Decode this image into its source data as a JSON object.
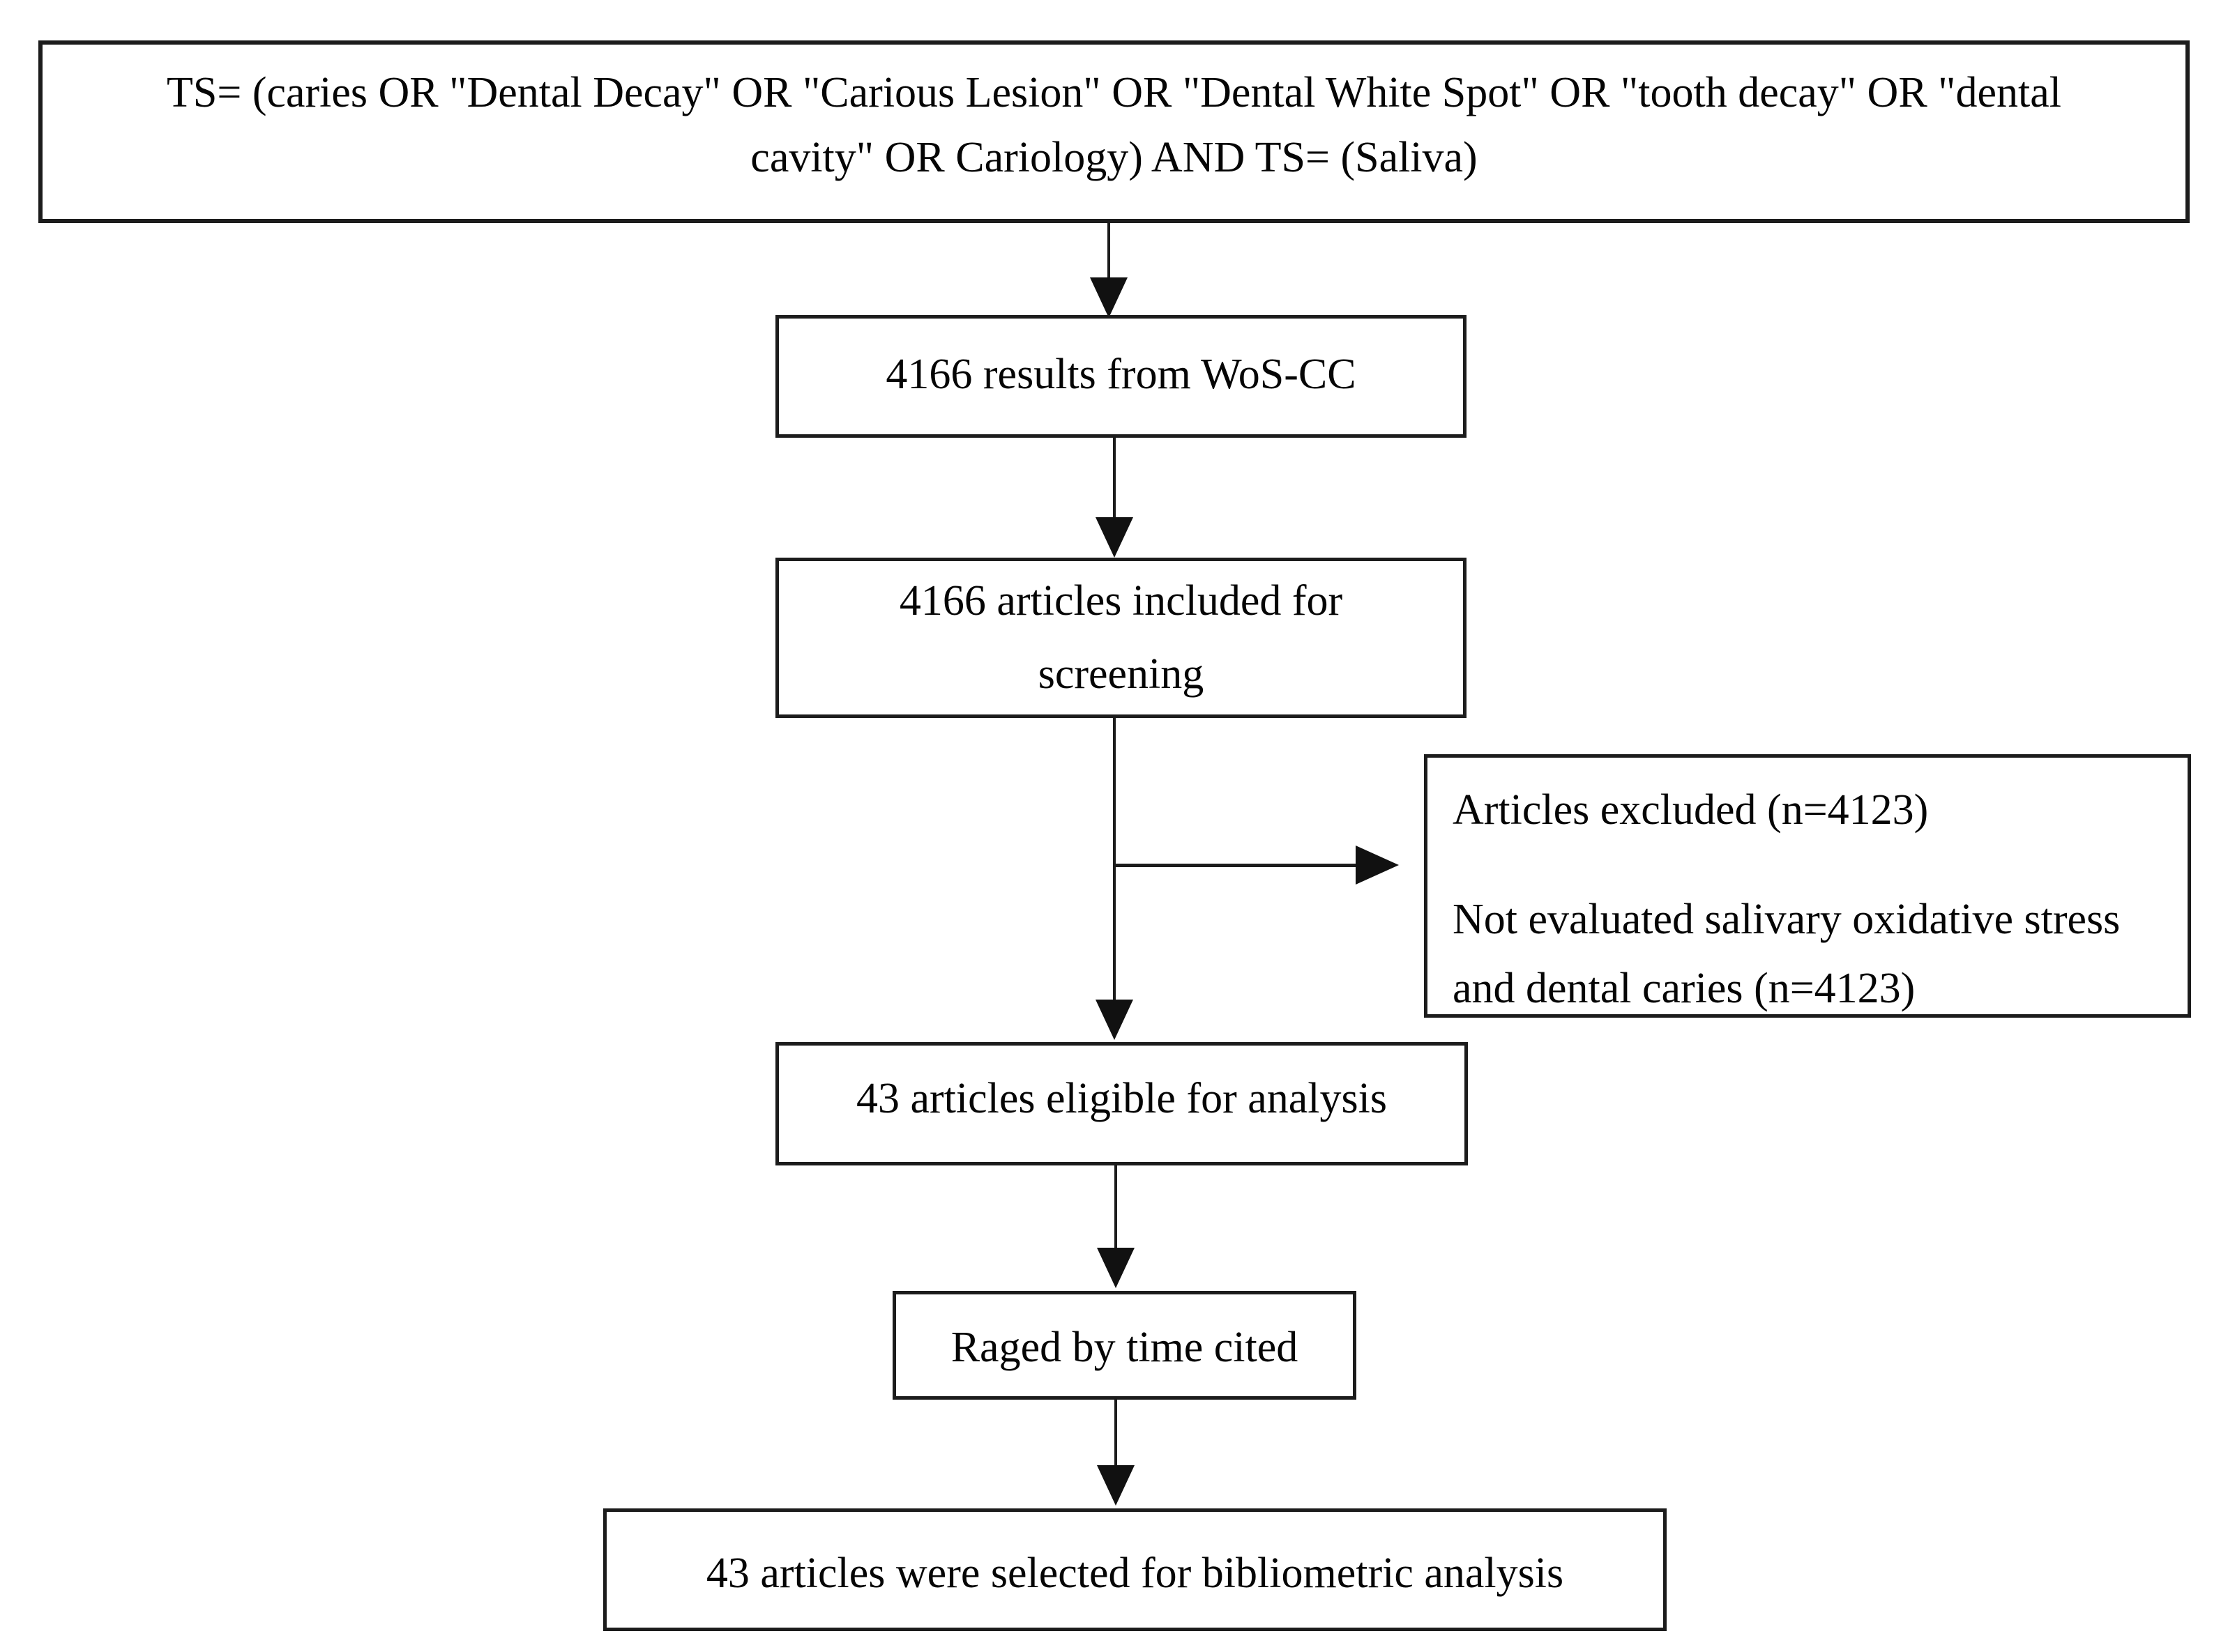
{
  "flow": {
    "query_text": "TS= (caries OR \"Dental Decay\" OR \"Carious Lesion\" OR \"Dental White Spot\" OR \"tooth decay\" OR \"dental cavity\" OR Cariology) AND TS= (Saliva)",
    "results_text": "4166 results from WoS-CC",
    "screening_text": "4166 articles included for screening",
    "excluded_title": "Articles excluded (n=4123)",
    "excluded_reason": "Not evaluated salivary oxidative stress and dental caries (n=4123)",
    "eligible_text": "43 articles eligible for analysis",
    "ranked_text": "Raged by time cited",
    "selected_text": "43 articles were selected for bibliometric analysis",
    "colors": {
      "border": "#1c1c1c",
      "text": "#050505",
      "background": "#ffffff"
    }
  }
}
